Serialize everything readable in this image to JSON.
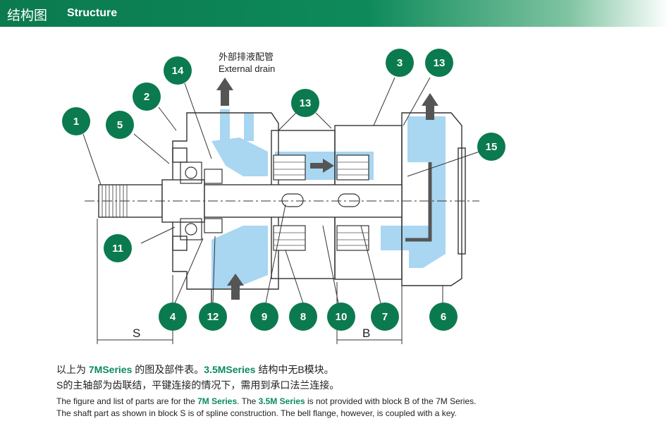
{
  "header": {
    "title_zh": "结构图",
    "title_en": "Structure"
  },
  "drain": {
    "label_zh": "外部排液配管",
    "label_en": "External drain"
  },
  "callouts": [
    "1",
    "2",
    "3",
    "4",
    "5",
    "6",
    "7",
    "8",
    "9",
    "10",
    "11",
    "12",
    "13",
    "14",
    "15"
  ],
  "dims": {
    "s": "S",
    "b": "B"
  },
  "caption": {
    "zh1_a": "以上为 ",
    "zh1_b": "7MSeries",
    "zh1_c": " 的图及部件表。",
    "zh1_d": "3.5MSeries",
    "zh1_e": " 结构中无B模块。",
    "zh2": "S的主轴部为齿联结，平键连接的情况下，需用到承口法兰连接。",
    "en1_a": "The figure and list of parts are for the ",
    "en1_b": "7M Series",
    "en1_c": ". The ",
    "en1_d": "3.5M Series",
    "en1_e": " is not provided with block B of the 7M Series.",
    "en2": "The shaft part as shown in block S is of spline construction. The bell flange, however, is coupled with a key."
  },
  "colors": {
    "green": "#0b7a4f",
    "fluid": "#a9d6f1",
    "accent": "#0a8a5e"
  }
}
